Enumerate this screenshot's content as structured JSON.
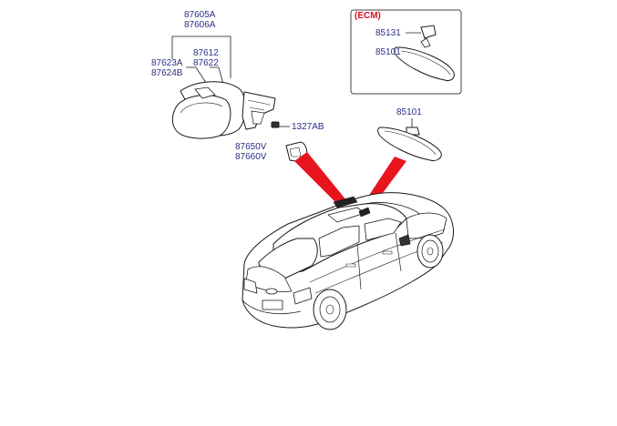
{
  "labels": {
    "mirror_assy_1": "87605A",
    "mirror_assy_2": "87606A",
    "cover_1": "87623A",
    "cover_2": "87624B",
    "glass_1": "87612",
    "glass_2": "87622",
    "screw": "1327AB",
    "inner_cover_1": "87650V",
    "inner_cover_2": "87660V",
    "inside_mirror": "85101",
    "ecm_cover": "85131",
    "ecm_mirror": "85101"
  },
  "ecm": {
    "tag": "(ECM)"
  },
  "colors": {
    "label_text": "#2b2e86",
    "ecm_tag": "#d4141e",
    "pointer": "#e8141e",
    "line": "#1a1a1a",
    "box_border": "#444444"
  }
}
